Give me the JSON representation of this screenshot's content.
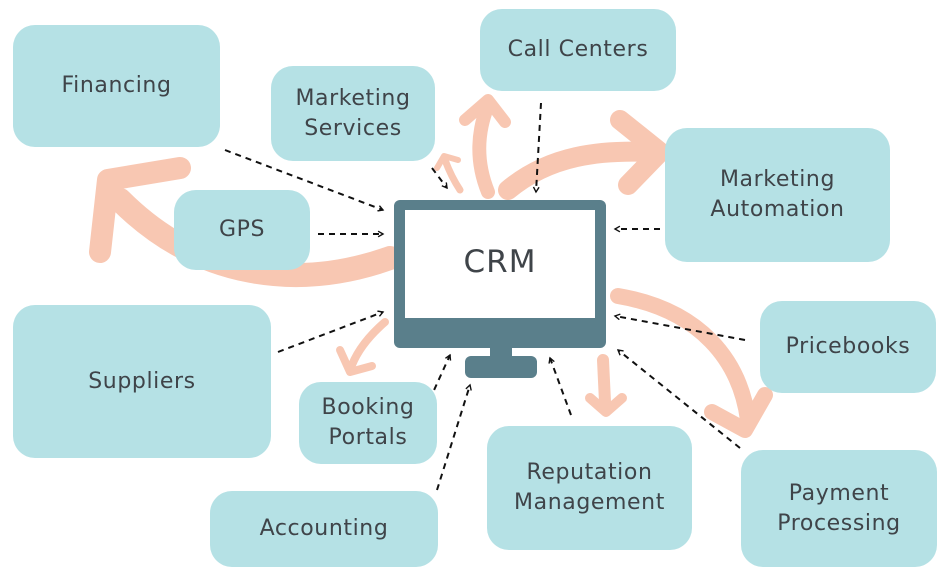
{
  "center": {
    "label": "CRM"
  },
  "colors": {
    "node_fill": "#b5e1e5",
    "arrow_fill": "#f8c7b2",
    "monitor": "#5a7f8b",
    "text": "#3f4449"
  },
  "nodes": {
    "financing": {
      "lines": [
        "Financing"
      ]
    },
    "call_centers": {
      "lines": [
        "Call Centers"
      ]
    },
    "marketing_services": {
      "lines": [
        "Marketing",
        "Services"
      ]
    },
    "marketing_automation": {
      "lines": [
        "Marketing",
        "Automation"
      ]
    },
    "gps": {
      "lines": [
        "GPS"
      ]
    },
    "suppliers": {
      "lines": [
        "Suppliers"
      ]
    },
    "pricebooks": {
      "lines": [
        "Pricebooks"
      ]
    },
    "booking_portals": {
      "lines": [
        "Booking",
        "Portals"
      ]
    },
    "reputation_management": {
      "lines": [
        "Reputation",
        "Management"
      ]
    },
    "payment_processing": {
      "lines": [
        "Payment",
        "Processing"
      ]
    },
    "accounting": {
      "lines": [
        "Accounting"
      ]
    }
  }
}
